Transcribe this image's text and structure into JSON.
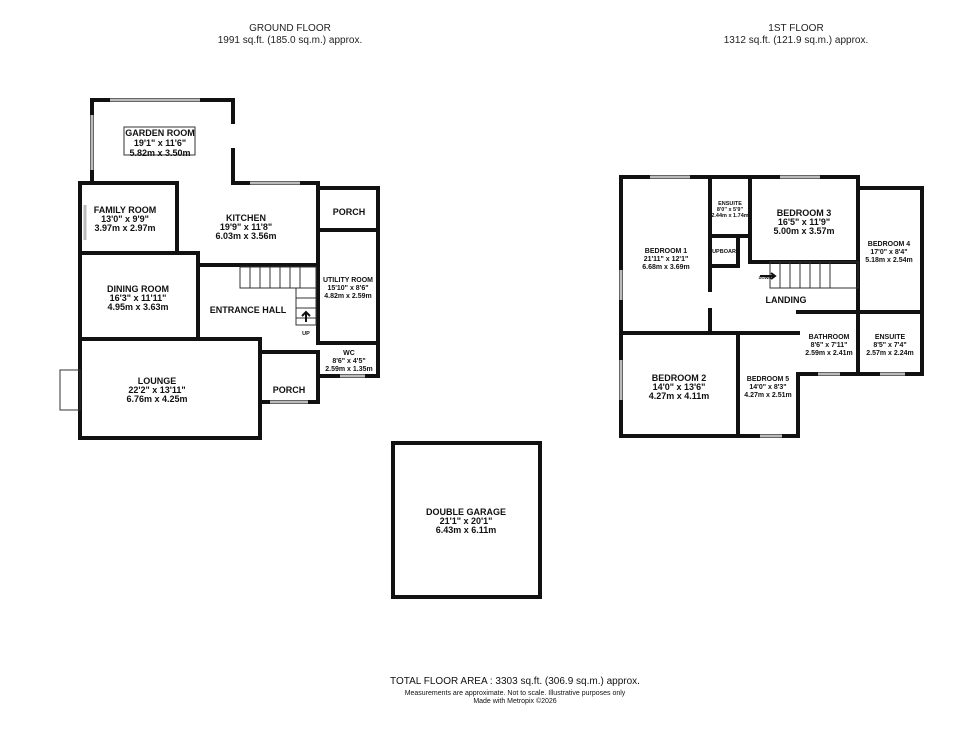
{
  "ground_floor": {
    "title": "GROUND FLOOR",
    "area": "1991 sq.ft. (185.0 sq.m.) approx.",
    "rooms": [
      {
        "name": "GARDEN ROOM",
        "imperial": "19'1\" x 11'6\"",
        "metric": "5.82m x 3.50m"
      },
      {
        "name": "FAMILY ROOM",
        "imperial": "13'0\" x 9'9\"",
        "metric": "3.97m x 2.97m"
      },
      {
        "name": "KITCHEN",
        "imperial": "19'9\" x 11'8\"",
        "metric": "6.03m x 3.56m"
      },
      {
        "name": "PORCH"
      },
      {
        "name": "UTILITY ROOM",
        "imperial": "15'10\" x 8'6\"",
        "metric": "4.82m x 2.59m"
      },
      {
        "name": "DINING ROOM",
        "imperial": "16'3\" x 11'11\"",
        "metric": "4.95m x 3.63m"
      },
      {
        "name": "ENTRANCE HALL"
      },
      {
        "name": "WC",
        "imperial": "8'6\" x 4'5\"",
        "metric": "2.59m x 1.35m"
      },
      {
        "name": "LOUNGE",
        "imperial": "22'2\" x 13'11\"",
        "metric": "6.76m x 4.25m"
      },
      {
        "name": "PORCH"
      },
      {
        "name": "DOUBLE GARAGE",
        "imperial": "21'1\" x 20'1\"",
        "metric": "6.43m x 6.11m"
      }
    ],
    "stairs_label": "UP"
  },
  "first_floor": {
    "title": "1ST FLOOR",
    "area": "1312 sq.ft. (121.9 sq.m.) approx.",
    "rooms": [
      {
        "name": "BEDROOM 1",
        "imperial": "21'11\" x 12'1\"",
        "metric": "6.68m x 3.69m"
      },
      {
        "name": "ENSUITE",
        "imperial": "8'0\" x 5'9\"",
        "metric": "2.44m x 1.74m"
      },
      {
        "name": "BEDROOM 3",
        "imperial": "16'5\" x 11'9\"",
        "metric": "5.00m x 3.57m"
      },
      {
        "name": "BEDROOM 4",
        "imperial": "17'0\" x 8'4\"",
        "metric": "5.18m x 2.54m"
      },
      {
        "name": "CUPBOARD"
      },
      {
        "name": "LANDING"
      },
      {
        "name": "BATHROOM",
        "imperial": "8'6\" x 7'11\"",
        "metric": "2.59m x 2.41m"
      },
      {
        "name": "ENSUITE",
        "imperial": "8'5\" x 7'4\"",
        "metric": "2.57m x 2.24m"
      },
      {
        "name": "BEDROOM 2",
        "imperial": "14'0\" x 13'6\"",
        "metric": "4.27m x 4.11m"
      },
      {
        "name": "BEDROOM 5",
        "imperial": "14'0\" x 8'3\"",
        "metric": "4.27m x 2.51m"
      }
    ],
    "stairs_label": "DOWN"
  },
  "footer": {
    "total": "TOTAL FLOOR AREA : 3303 sq.ft. (306.9 sq.m.) approx.",
    "disclaimer": "Measurements are approximate.  Not to scale.  Illustrative purposes only",
    "credit": "Made with Metropix ©2026"
  }
}
